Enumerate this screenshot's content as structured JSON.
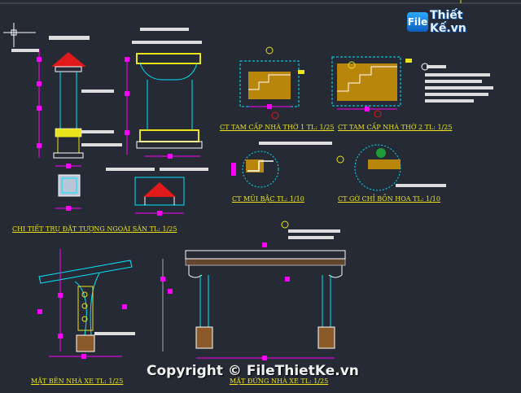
{
  "labels": {
    "tam_cap_1": "CT TAM CẤP NHÀ THỜ 1 TL: 1/25",
    "tam_cap_2": "CT TAM CẤP NHÀ THỜ 2 TL: 1/25",
    "mui_bac": "CT MŨI BẬC TL: 1/10",
    "go_chi": "CT GỜ CHỈ BỒN HOA TL: 1/10",
    "tru_dat_tuong": "CHI TIẾT TRỤ ĐẶT TƯỢNG NGOÀI SÂN TL: 1/25",
    "mat_ben": "MẶT BÊN NHÀ XE TL: 1/25",
    "mat_dung": "MẶT ĐỨNG NHÀ XE TL: 1/25"
  },
  "watermark": {
    "logo_mark": "File",
    "logo_text": "Thiết Kế.vn",
    "copyright": "Copyright © FileThietKe.vn"
  },
  "colors": {
    "background": "#262a34",
    "label": "#e9e31c",
    "dimension": "#ff00ff",
    "outline": "#00e5ff",
    "hatch": "#b8860b",
    "roof": "#e0191b"
  }
}
